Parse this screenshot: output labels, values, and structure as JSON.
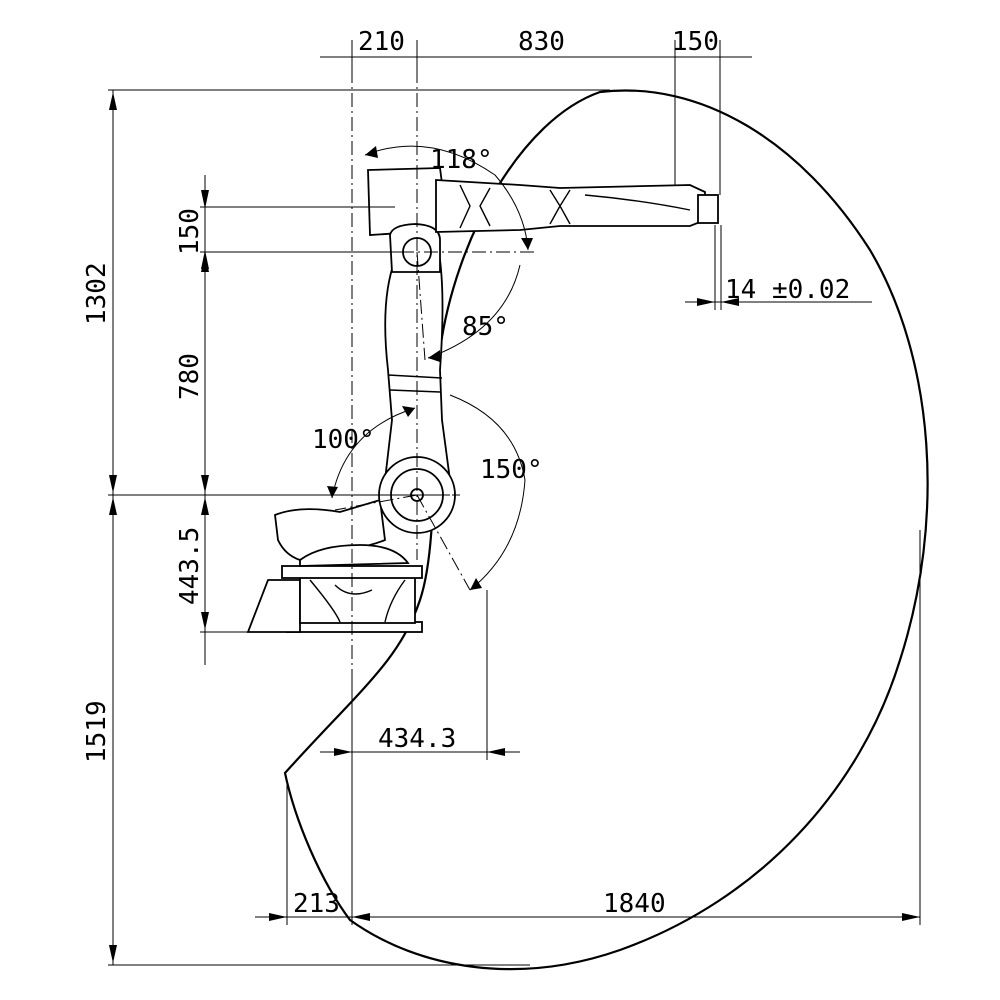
{
  "dimensions": {
    "top_offset": "210",
    "top_reach": "830",
    "top_flange": "150",
    "total_height_upper": "1302",
    "arm_offset": "150",
    "upper_arm": "780",
    "base_height": "443.5",
    "total_height_lower": "1519",
    "rear_reach": "434.3",
    "rear_offset": "213",
    "max_reach": "1840",
    "flange_tolerance": "14 ±0.02"
  },
  "angles": {
    "axis4": "118°",
    "axis3": "85°",
    "axis2_back": "100°",
    "axis2_front": "150°"
  }
}
